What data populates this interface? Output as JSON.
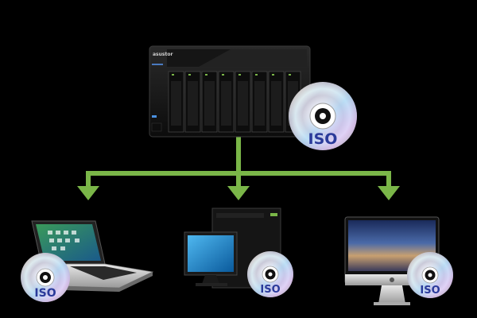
{
  "nas": {
    "brand": "asustor",
    "bay_count": 8
  },
  "disc_label": "ISO",
  "colors": {
    "background": "#000000",
    "connector": "#7ab648",
    "screen_blue": "#1e88c8",
    "nas_body": "#1a1a1a"
  },
  "targets": [
    {
      "icon": "laptop-icon",
      "disc_label": "ISO"
    },
    {
      "icon": "desktop-pc-icon",
      "disc_label": "ISO"
    },
    {
      "icon": "all-in-one-icon",
      "disc_label": "ISO"
    }
  ]
}
